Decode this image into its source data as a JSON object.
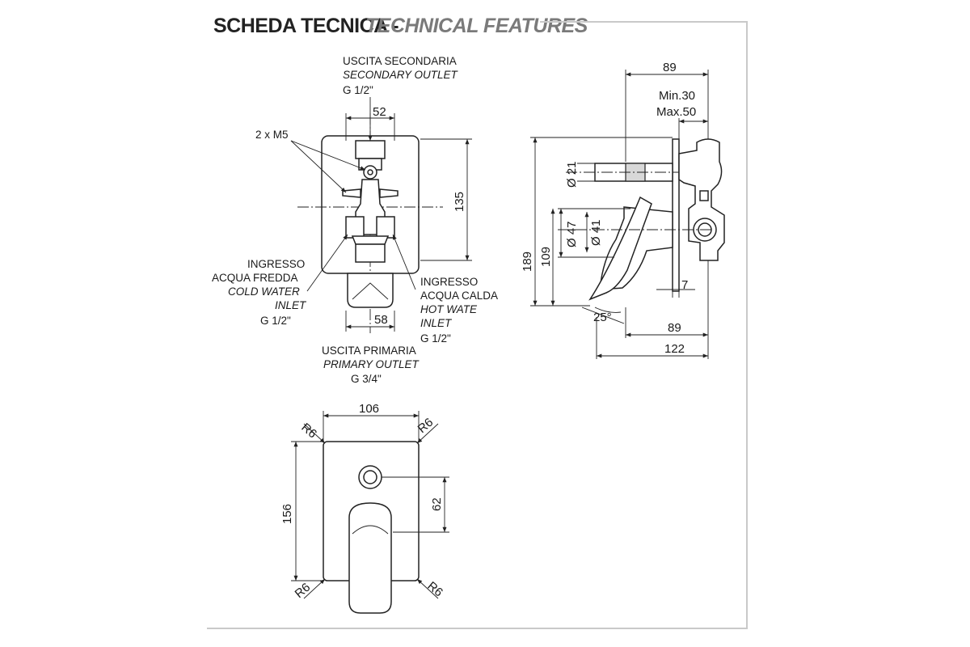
{
  "title": {
    "main": "SCHEDA TECNICA -",
    "sub": "TECHNICAL FEATURES"
  },
  "front_view": {
    "secondary_outlet": {
      "it": "USCITA SECONDARIA",
      "en": "SECONDARY OUTLET",
      "size": "G 1/2\""
    },
    "screws": "2 x M5",
    "dim_width_top": "52",
    "dim_height": "135",
    "dim_width_bottom": "58",
    "cold_inlet": {
      "it_1": "INGRESSO",
      "it_2": "ACQUA FREDDA",
      "en_1": "COLD WATER",
      "en_2": "INLET",
      "size": "G 1/2\""
    },
    "hot_inlet": {
      "it_1": "INGRESSO",
      "it_2": "ACQUA CALDA",
      "en_1": "HOT WATE",
      "en_2": "INLET",
      "size": "G 1/2\""
    },
    "primary_outlet": {
      "it": "USCITA PRIMARIA",
      "en": "PRIMARY OUTLET",
      "size": "G 3/4\""
    }
  },
  "side_view": {
    "dim_top": "89",
    "min": "Min.30",
    "max": "Max.50",
    "dia_21": "Ø 21",
    "dia_47": "Ø 47",
    "dia_41": "Ø 41",
    "dim_189": "189",
    "dim_109": "109",
    "dim_7": "7",
    "angle": "25°",
    "dim_bottom_89": "89",
    "dim_122": "122"
  },
  "plate_view": {
    "dim_width": "106",
    "dim_height": "156",
    "dim_62": "62",
    "radius_tl": "R6",
    "radius_tr": "R6",
    "radius_bl": "R6",
    "radius_br": "R6"
  }
}
